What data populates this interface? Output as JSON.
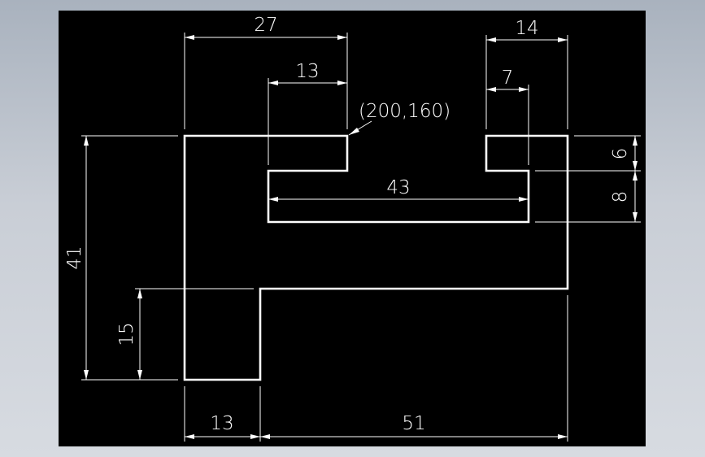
{
  "drawing": {
    "background_color": "#000000",
    "line_color": "#ffffff",
    "dimensions": {
      "top_width": "27",
      "slot_opening": "13",
      "right_lug_width": "14",
      "right_lug_inner": "7",
      "slot_length": "43",
      "lug_height": "6",
      "slot_height": "8",
      "total_height": "41",
      "foot_height": "15",
      "foot_width": "13",
      "base_length": "51"
    },
    "start_point_label": "(200,160)"
  }
}
